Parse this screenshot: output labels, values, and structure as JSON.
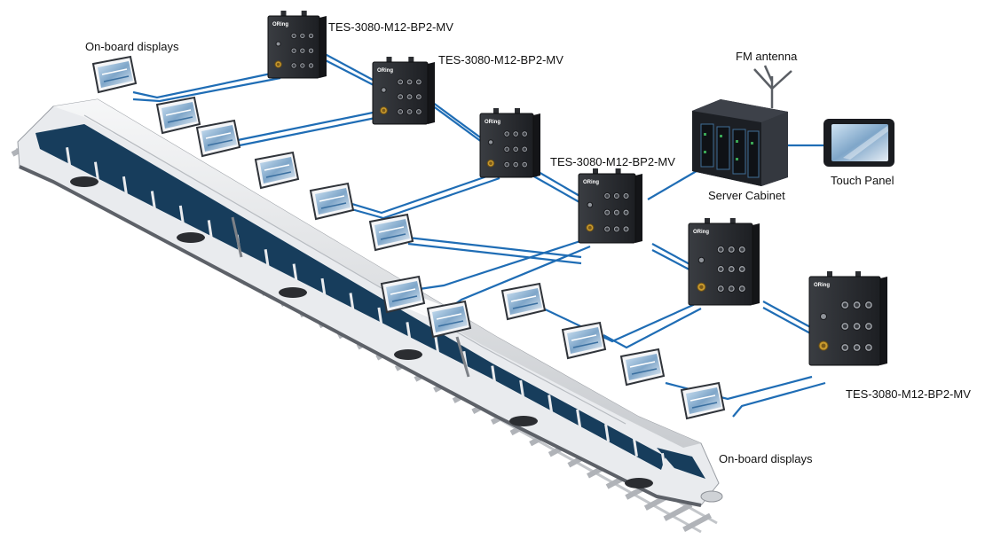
{
  "labels": {
    "switch_1": "TES-3080-M12-BP2-MV",
    "switch_2": "TES-3080-M12-BP2-MV",
    "switch_3": "TES-3080-M12-BP2-MV",
    "switch_4": "TES-3080-M12-BP2-MV",
    "onboard_displays_top": "On-board displays",
    "onboard_displays_bottom": "On-board displays",
    "fm_antenna": "FM antenna",
    "server_cabinet": "Server Cabinet",
    "touch_panel": "Touch Panel"
  },
  "device_brand": "ORing",
  "colors": {
    "link": "#1f6db5",
    "switch_body": "#2b2d31",
    "port_gold": "#c99a2e",
    "train_body": "#e9ebee",
    "train_window": "#173d5c",
    "rail": "#b9bcc1",
    "cabinet": "#1c1f24"
  }
}
